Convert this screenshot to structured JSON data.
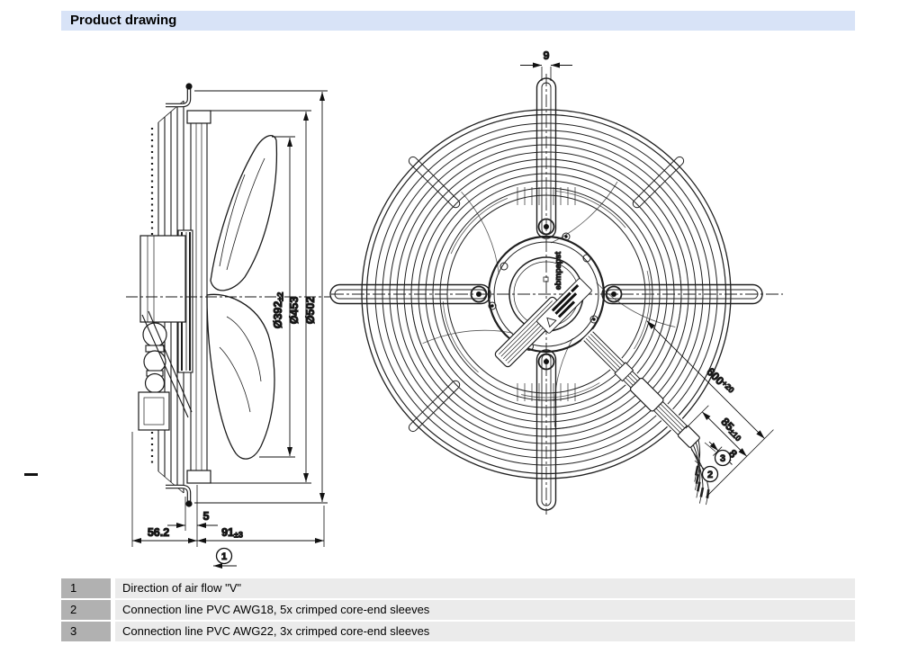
{
  "header": {
    "title": "Product drawing"
  },
  "side_view": {
    "dia_392": {
      "value": "Ø392",
      "tolerance": "±2"
    },
    "dia_453": "Ø453",
    "dia_502": "Ø502",
    "depth_5": "5",
    "depth_56_2": "56.2",
    "depth_91": {
      "value": "91",
      "tolerance": "±3"
    },
    "callout_1": "1"
  },
  "front_view": {
    "strut_width_9": "9",
    "cable_length_600": {
      "value": "600",
      "tolerance": "+20"
    },
    "strip_length_85": {
      "value": "85",
      "tolerance": "±10"
    },
    "ferrule_8": "8",
    "callout_2": "2",
    "callout_3": "3",
    "hub_logo": "ebmpapst"
  },
  "legend": {
    "rows": [
      {
        "num": "1",
        "text": "Direction of air flow \"V\""
      },
      {
        "num": "2",
        "text": "Connection line PVC AWG18, 5x crimped core-end sleeves"
      },
      {
        "num": "3",
        "text": "Connection line PVC AWG22, 3x crimped core-end sleeves"
      }
    ]
  },
  "colors": {
    "header_bg": "#d8e3f7",
    "legend_num_bg": "#b1b1b1",
    "legend_desc_bg": "#ebebeb",
    "line": "#1a1a1a"
  }
}
